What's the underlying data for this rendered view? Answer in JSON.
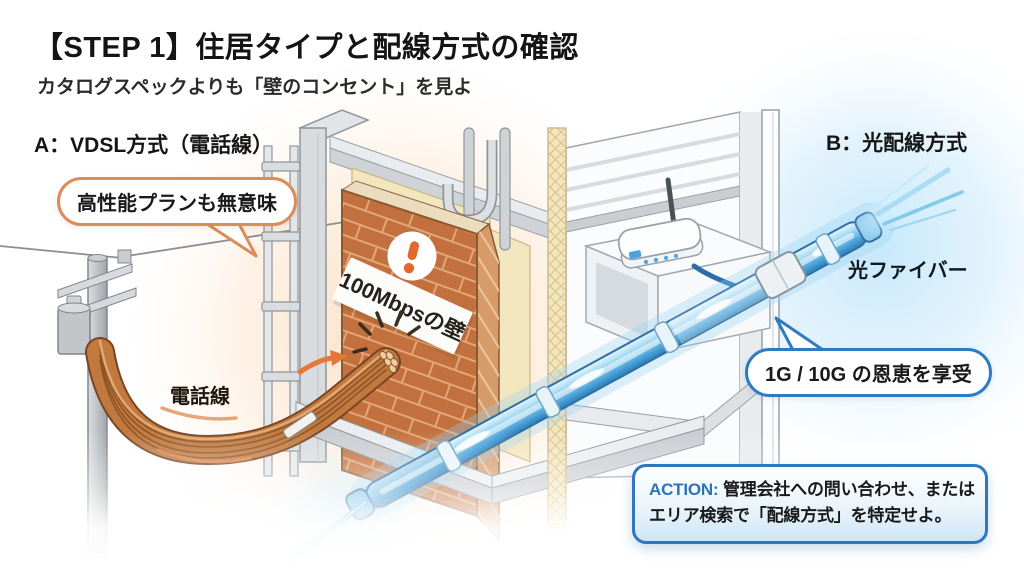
{
  "header": {
    "title": "【STEP 1】住居タイプと配線方式の確認",
    "subtitle": "カタログスペックよりも「壁のコンセント」を見よ"
  },
  "vdsl": {
    "label": "A：VDSL方式（電話線）",
    "bubble": "高性能プランも無意味",
    "cable_label": "電話線",
    "wall_banner": "100Mbpsの壁",
    "accent_color": "#DC8C58"
  },
  "fiber": {
    "label": "B：光配線方式",
    "bubble": "1G / 10G の恩恵を享受",
    "cable_label": "光ファイバー",
    "accent_color": "#2E7BC4"
  },
  "action": {
    "prefix": "ACTION:",
    "line1": "管理会社への問い合わせ、または",
    "line2": "エリア検索で「配線方式」を特定せよ。",
    "prefix_color": "#2E74B5",
    "border_color": "#3077BD"
  }
}
